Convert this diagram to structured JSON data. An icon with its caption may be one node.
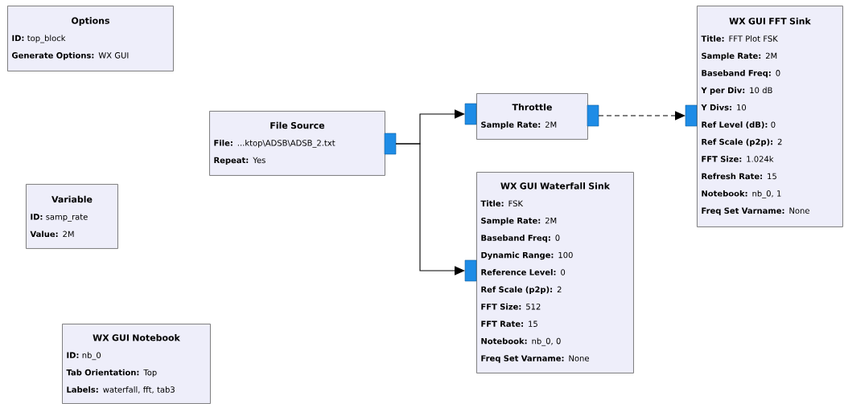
{
  "diagram": {
    "nodes": [
      {
        "text": [
          "Options",
          "**ID:** top_block",
          "**Generate Options:** WX GUI"
        ]
      },
      {
        "text": [
          "File Source",
          "**File:** ...ktop\\ADSB\\ADSB_2.txt",
          "**Repeat:** Yes"
        ]
      },
      {
        "text": [
          "Throttle",
          "**Sample Rate:** 2M"
        ]
      },
      {
        "text": [
          "WX GUI FFT Sink",
          "**Title:** FFT Plot FSK",
          "**Sample Rate:** 2M",
          "**Baseband Freq:** 0",
          "**Y per Div:** 10 dB",
          "**Y Divs:** 10",
          "**Ref Level (dB):** 0",
          "**Ref Scale (p2p):** 2",
          "**FFT Size:** 1.024k",
          "**Refresh Rate:** 15",
          "**Notebook:** nb_0, 1",
          "**Freq Set Varname:** None"
        ]
      },
      {
        "text": [
          "Variable",
          "**ID:** samp_rate",
          "**Value:** 2M"
        ]
      },
      {
        "text": [
          "WX GUI Waterfall Sink",
          "**Title:** FSK",
          "**Sample Rate:** 2M",
          "**Baseband Freq:** 0",
          "**Dynamic Range:** 100",
          "**Reference Level:** 0",
          "**Ref Scale (p2p):** 2",
          "**FFT Size:** 512",
          "**FFT Rate:** 15",
          "**Notebook:** nb_0, 0",
          "**Freq Set Varname:** None"
        ]
      },
      {
        "text": [
          "WX GUI Notebook",
          "**ID:** nb_0",
          "**Tab Orientation:** Top",
          "**Labels:** waterfall, fft, tab3"
        ]
      }
    ],
    "edges": [
      {
        "from": 1,
        "to": 2,
        "arrow": "to"
      },
      {
        "from": 1,
        "to": 5,
        "arrow": "to"
      },
      {
        "from": 2,
        "to": 3,
        "arrow": "to",
        "style": "dashed"
      }
    ]
  }
}
